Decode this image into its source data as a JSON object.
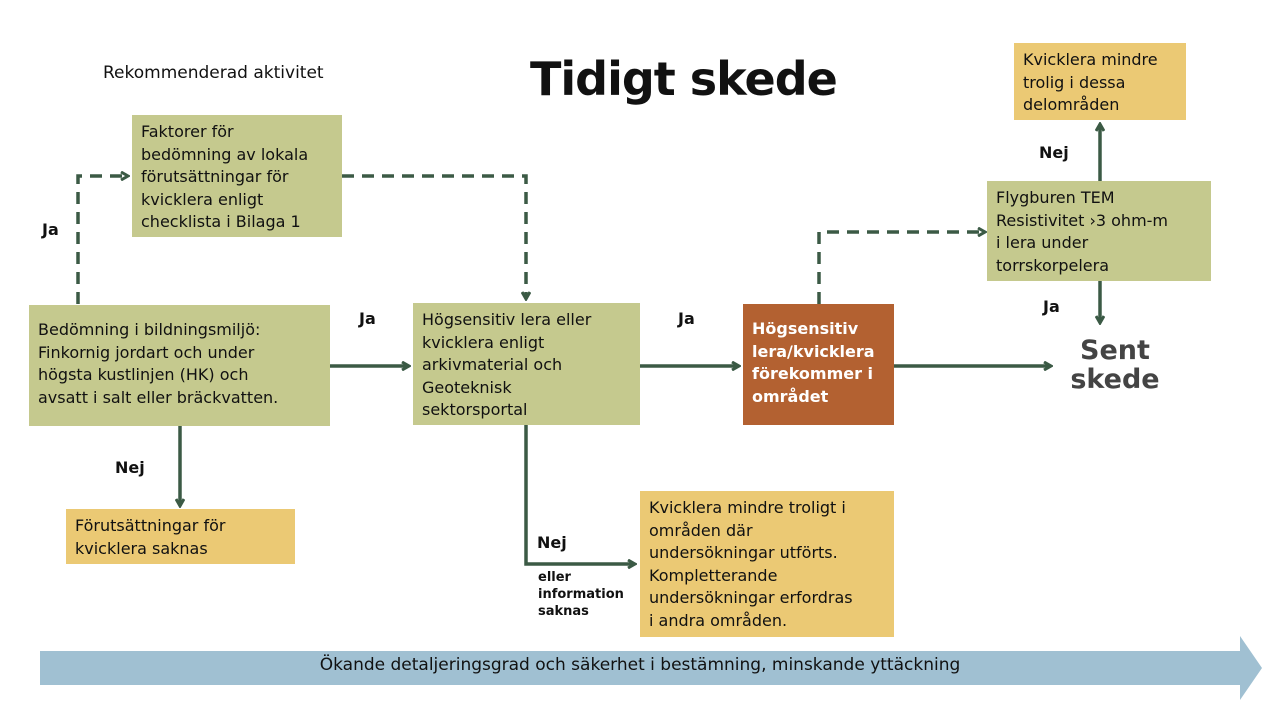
{
  "title": "Tidigt skede",
  "subtitle": "Rekommenderad aktivitet",
  "end_label": "Sent\nskede",
  "boxes": {
    "faktorer": "Faktorer för\nbedömning av lokala\nförutsättningar för\nkvicklera enligt\nchecklista i Bilaga 1",
    "bedomning": "Bedömning i bildningsmiljö:\nFinkornig jordart och under\nhögsta kustlinjen (HK) och\navsatt i salt eller bräckvatten.",
    "forutsattningar_saknas": "Förutsättningar för\nkvicklera saknas",
    "hogsensitiv_arkiv": "Högsensitiv lera eller\nkvicklera enligt\narkivmaterial och\nGeoteknisk\nsektorsportal",
    "mindre_troligt": "Kvicklera mindre troligt i\nområden där\nundersökningar utförts.\nKompletterande\nundersökningar erfordras\ni andra områden.",
    "forekommer": "Högsensitiv\nlera/kvicklera\nförekommer i\nområdet",
    "tem": "Flygburen TEM\nResistivitet ›3 ohm-m\ni lera under\ntorrskorpelera",
    "mindre_trolig_delomraden": "Kvicklera mindre\ntrolig i dessa\ndelområden"
  },
  "labels": {
    "ja1": "Ja",
    "ja2": "Ja",
    "ja3": "Ja",
    "ja4": "Ja",
    "nej1": "Nej",
    "nej2": "Nej",
    "nej3": "Nej",
    "eller": "eller\ninformation\nsaknas"
  },
  "bottom_arrow": "Ökande detaljeringsgrad och säkerhet i bestämning, minskande yttäckning",
  "colors": {
    "green_box": "#c5c98e",
    "yellow_box": "#ebc974",
    "orange_box": "#b36131",
    "arrow": "#3b5a45",
    "bottom_arrow": "#a0c0d2"
  }
}
